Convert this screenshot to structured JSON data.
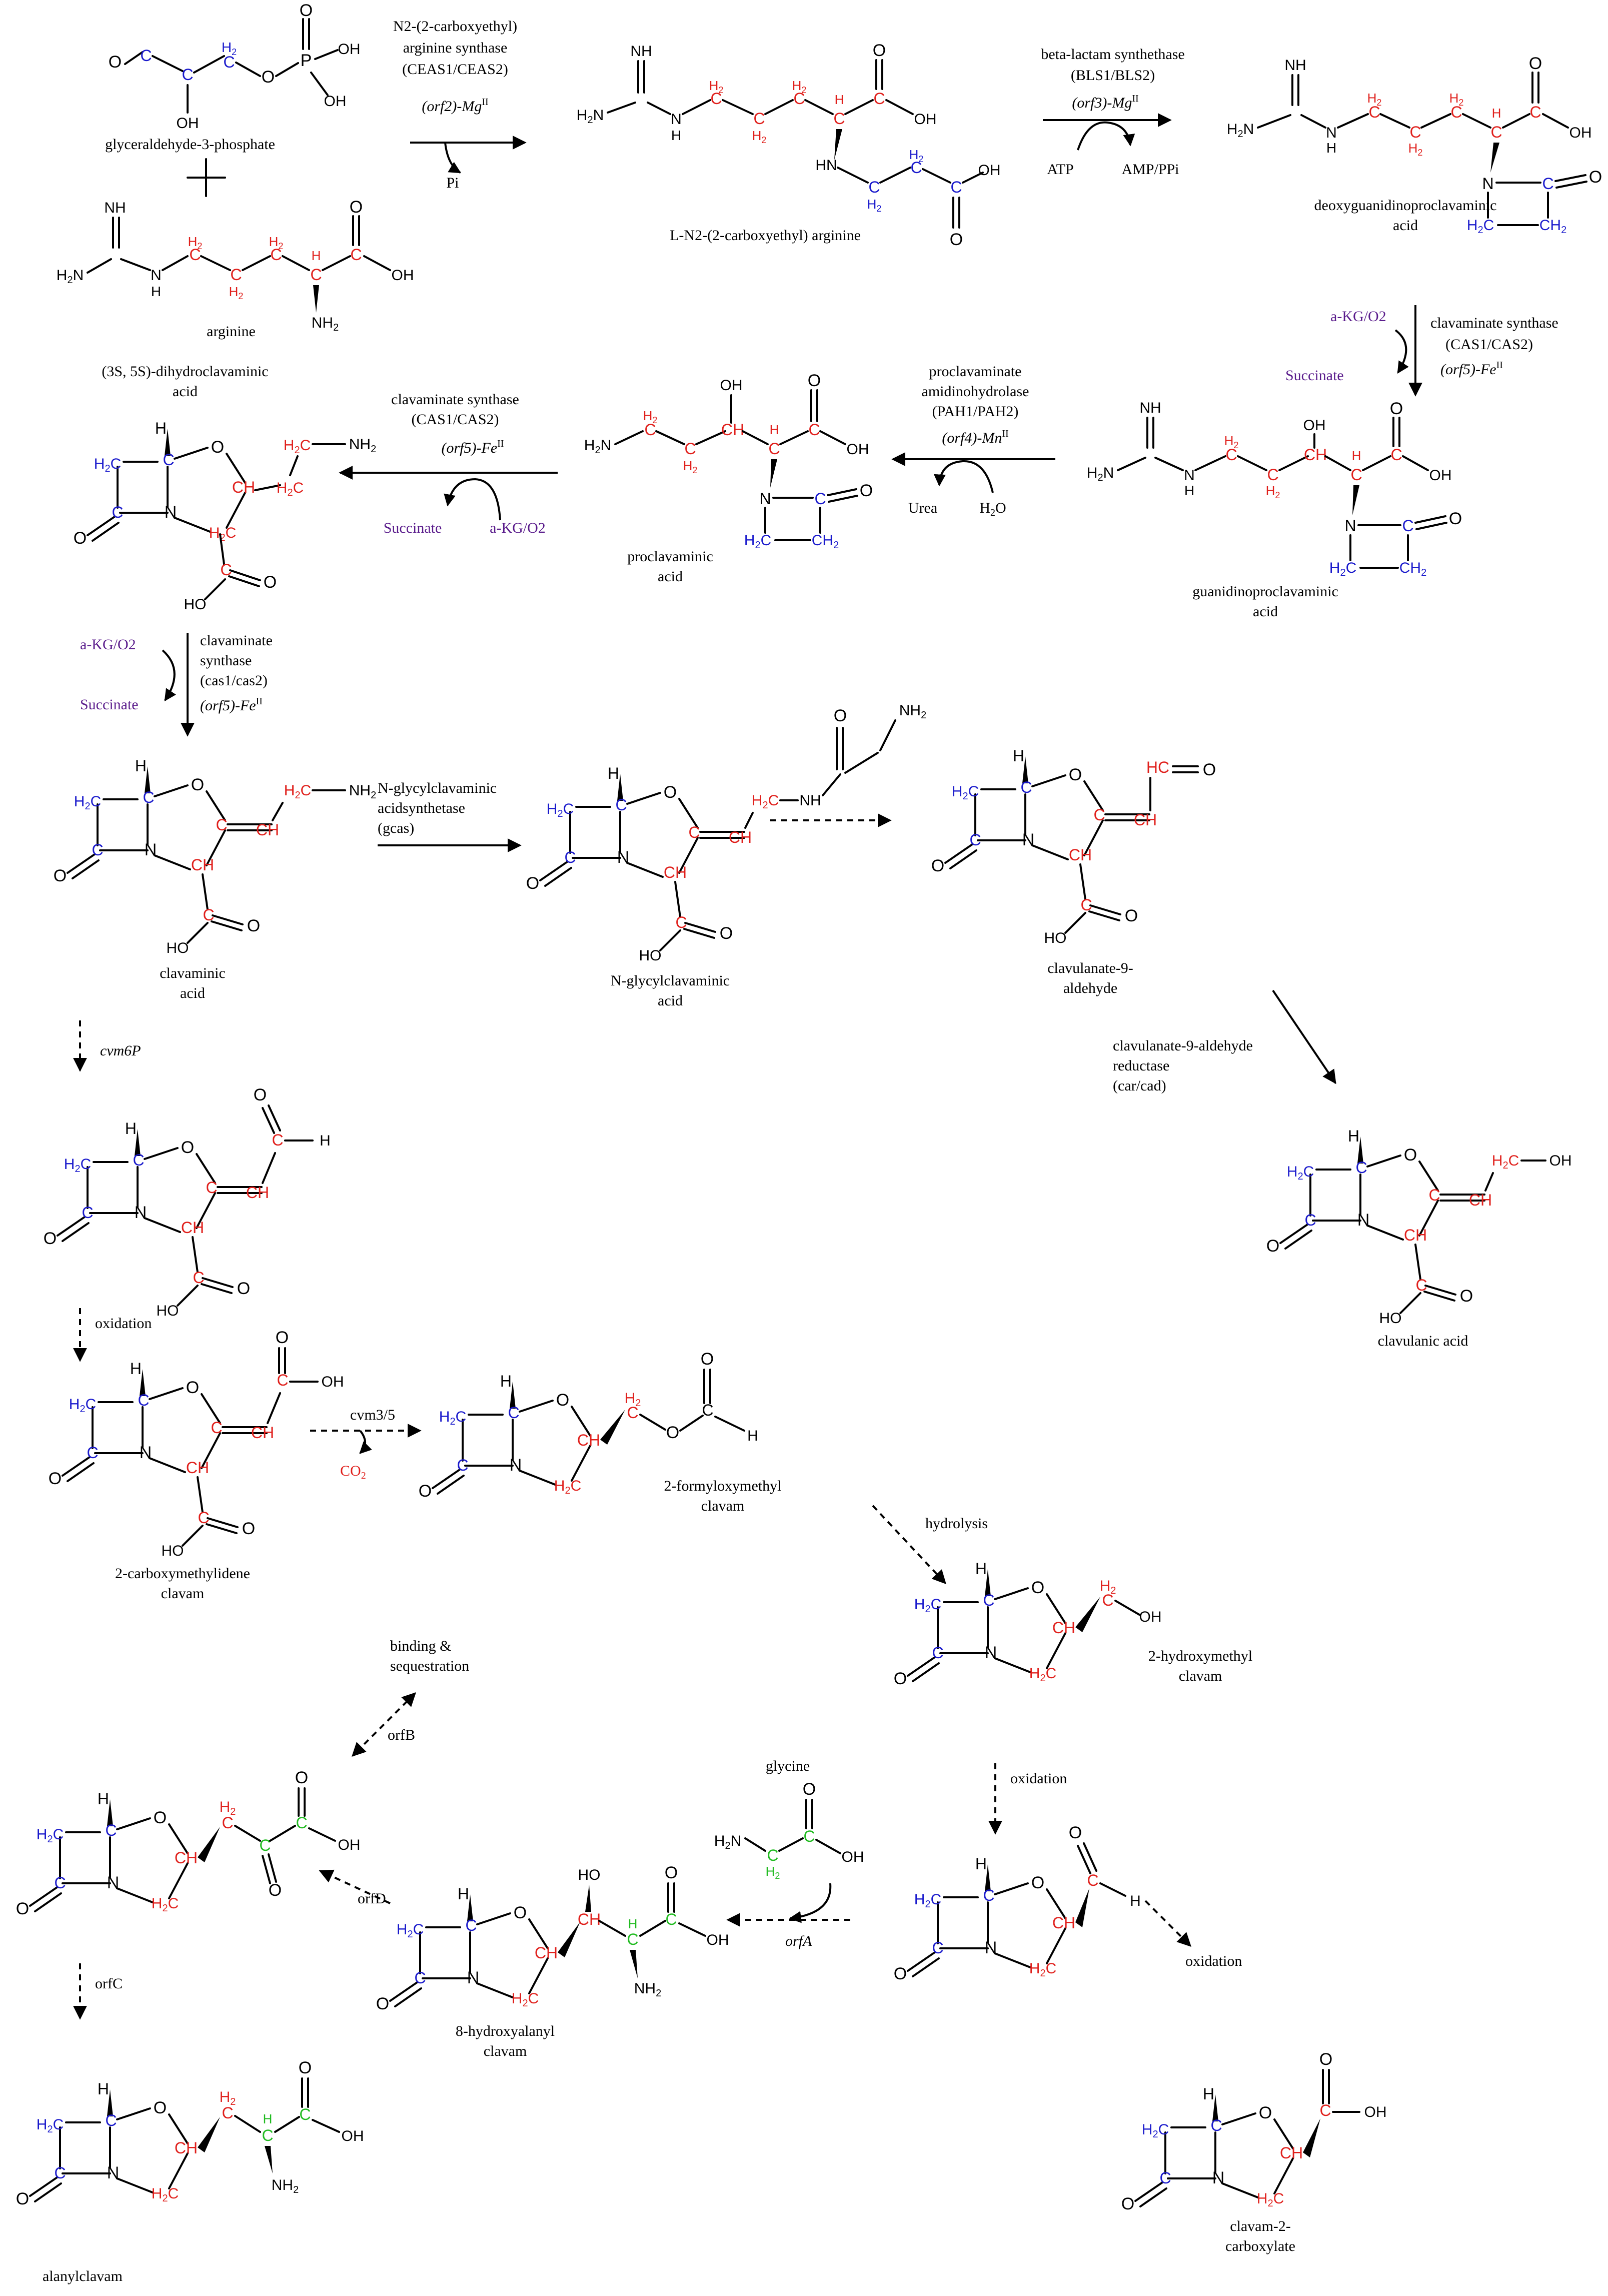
{
  "colors": {
    "black": "#000000",
    "origin_g3p": "#1a1acc",
    "origin_arg": "#e0201c",
    "origin_gly": "#22bb22",
    "cofactor": "#5a1c8c"
  },
  "compounds": {
    "g3p": "glyceraldehyde-3-phosphate",
    "arginine": "arginine",
    "ceas_product": "L-N2-(2-carboxyethyl) arginine",
    "dgpc": [
      "deoxyguanidinoproclavaminic",
      "acid"
    ],
    "gpc": [
      "guanidinoproclavaminic",
      "acid"
    ],
    "proclav": [
      "proclavaminic",
      "acid"
    ],
    "dihydro": [
      "(3S, 5S)-dihydroclavaminic",
      "acid"
    ],
    "clavaminic": [
      "clavaminic",
      "acid"
    ],
    "nglycyl": [
      "N-glycylclavaminic",
      "acid"
    ],
    "ald9": [
      "clavulanate-9-",
      "aldehyde"
    ],
    "clavulanic": "clavulanic acid",
    "cmc": [
      "2-carboxymethylidene",
      "clavam"
    ],
    "fmc": [
      "2-formyloxymethyl",
      "clavam"
    ],
    "hmc": [
      "2-hydroxymethyl",
      "clavam"
    ],
    "glycine": "glycine",
    "hac": [
      "8-hydroxyalanyl",
      "clavam"
    ],
    "alanyl": "alanylclavam",
    "c2c": [
      "clavam-2-",
      "carboxylate"
    ]
  },
  "enzymes": {
    "ceas": [
      "N2-(2-carboxyethyl)",
      "arginine synthase",
      "(CEAS1/CEAS2)",
      "(orf2)-Mg",
      "II",
      "Pi"
    ],
    "bls": [
      "beta-lactam synthethase",
      "(BLS1/BLS2)",
      "(orf3)-Mg",
      "II",
      "ATP",
      "AMP/PPi"
    ],
    "cas_a": [
      "clavaminate synthase",
      "(CAS1/CAS2)",
      "(orf5)-Fe",
      "II",
      "a-KG/O2",
      "Succinate"
    ],
    "pah": [
      "proclavaminate",
      "amidinohydrolase",
      "(PAH1/PAH2)",
      "(orf4)-Mn",
      "II",
      "Urea",
      "H2O"
    ],
    "cas_b": [
      "clavaminate synthase",
      "(CAS1/CAS2)",
      "(orf5)-Fe",
      "II",
      "Succinate",
      "a-KG/O2"
    ],
    "cas_c": [
      "clavaminate",
      "synthase",
      "(cas1/cas2)",
      "(orf5)-Fe",
      "II",
      "a-KG/O2",
      "Succinate"
    ],
    "gcas": [
      "N-glycylclavaminic",
      "acidsynthetase",
      "(gcas)"
    ],
    "car": [
      "clavulanate-9-aldehyde",
      "reductase",
      "(car/cad)"
    ],
    "cvm6p": "cvm6P",
    "oxidation": "oxidation",
    "cvm35": "cvm3/5",
    "co2": "CO2",
    "hydrolysis": "hydrolysis",
    "binding": [
      "binding &",
      "sequestration"
    ],
    "orfB": "orfB",
    "orfD": "orfD",
    "orfA": "orfA",
    "orfC": "orfC"
  }
}
